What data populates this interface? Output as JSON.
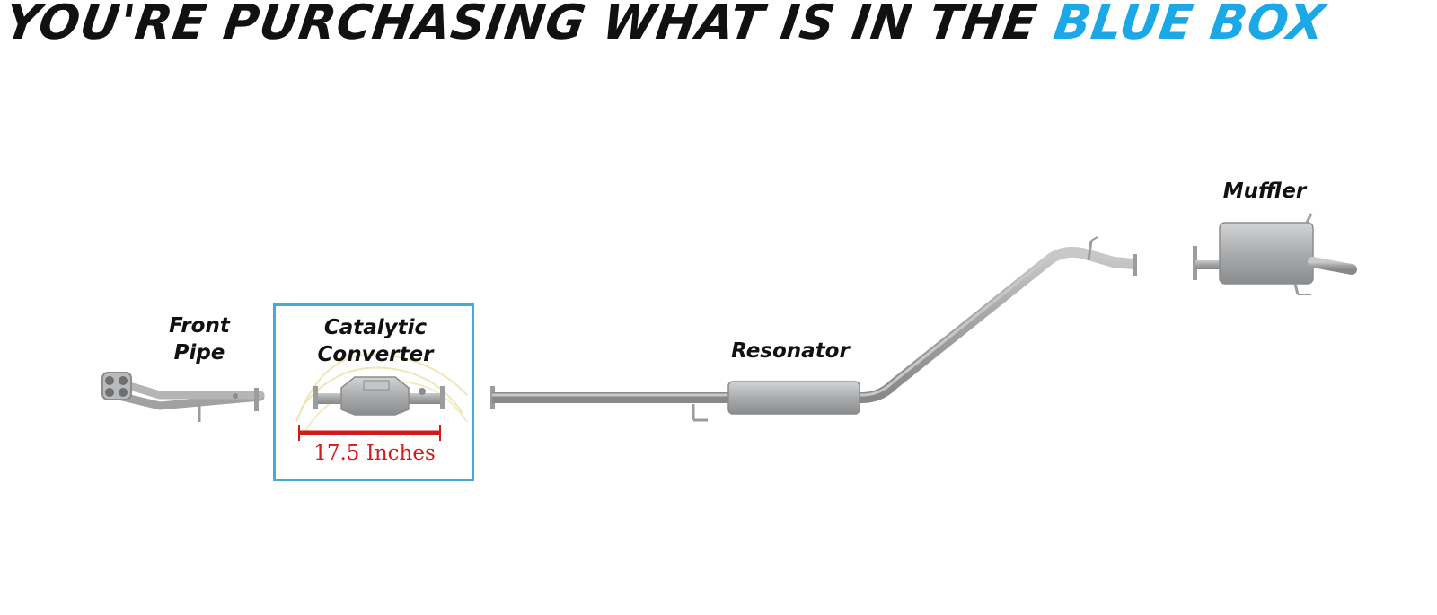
{
  "headline": {
    "prefix": "YOU'RE PURCHASING WHAT IS IN THE",
    "highlight": "BLUE BOX",
    "colors": {
      "text": "#111111",
      "highlight": "#1aa8e6"
    }
  },
  "parts": {
    "front_pipe": {
      "line1": "Front",
      "line2": "Pipe"
    },
    "catalytic_converter": {
      "line1": "Catalytic",
      "line2": "Converter"
    },
    "resonator": {
      "label": "Resonator"
    },
    "muffler": {
      "label": "Muffler"
    }
  },
  "selection": {
    "box_color": "#4aa8d8",
    "measurement": "17.5 Inches",
    "measurement_color": "#d11a1a"
  }
}
